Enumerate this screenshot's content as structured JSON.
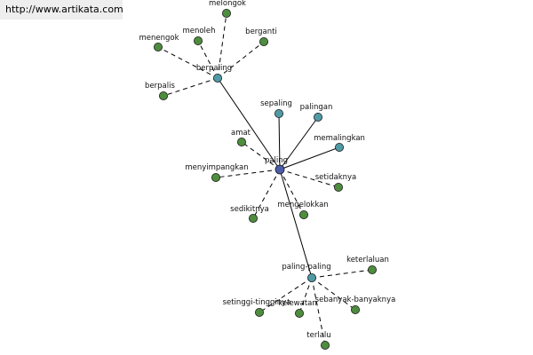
{
  "source_url": "http://www.artikata.com",
  "colors": {
    "center": "#4b5ca8",
    "hub": "#4f9aa5",
    "leaf": "#4e8c3e",
    "edge": "#000000"
  },
  "nodes": [
    {
      "id": "paling",
      "label": "paling",
      "kind": "center"
    },
    {
      "id": "berpaling",
      "label": "berpaling",
      "kind": "hub"
    },
    {
      "id": "sepaling",
      "label": "sepaling",
      "kind": "hub"
    },
    {
      "id": "palingan",
      "label": "palingan",
      "kind": "hub"
    },
    {
      "id": "memalingkan",
      "label": "memalingkan",
      "kind": "hub"
    },
    {
      "id": "paling-paling",
      "label": "paling-paling",
      "kind": "hub"
    },
    {
      "id": "melongok",
      "label": "melongok",
      "kind": "leaf"
    },
    {
      "id": "menengok",
      "label": "menengok",
      "kind": "leaf"
    },
    {
      "id": "menoleh",
      "label": "menoleh",
      "kind": "leaf"
    },
    {
      "id": "berganti",
      "label": "berganti",
      "kind": "leaf"
    },
    {
      "id": "berpalis",
      "label": "berpalis",
      "kind": "leaf"
    },
    {
      "id": "amat",
      "label": "amat",
      "kind": "leaf"
    },
    {
      "id": "menyimpangkan",
      "label": "menyimpangkan",
      "kind": "leaf"
    },
    {
      "id": "setidaknya",
      "label": "setidaknya",
      "kind": "leaf"
    },
    {
      "id": "sedikitnya",
      "label": "sedikitnya",
      "kind": "leaf"
    },
    {
      "id": "mengelokkan",
      "label": "mengelokkan",
      "kind": "leaf"
    },
    {
      "id": "keterlaluan",
      "label": "keterlaluan",
      "kind": "leaf"
    },
    {
      "id": "setinggi-tingginya",
      "label": "setinggi-tingginya",
      "kind": "leaf"
    },
    {
      "id": "kelewatan",
      "label": "kelewatan",
      "kind": "leaf"
    },
    {
      "id": "sebanyak-banyaknya",
      "label": "sebanyak-banyaknya",
      "kind": "leaf"
    },
    {
      "id": "terlalu",
      "label": "terlalu",
      "kind": "leaf"
    }
  ],
  "edges": [
    {
      "from": "paling",
      "to": "berpaling",
      "style": "solid"
    },
    {
      "from": "paling",
      "to": "sepaling",
      "style": "solid"
    },
    {
      "from": "paling",
      "to": "palingan",
      "style": "solid"
    },
    {
      "from": "paling",
      "to": "memalingkan",
      "style": "solid"
    },
    {
      "from": "paling",
      "to": "paling-paling",
      "style": "solid"
    },
    {
      "from": "berpaling",
      "to": "melongok",
      "style": "dashed"
    },
    {
      "from": "berpaling",
      "to": "menengok",
      "style": "dashed"
    },
    {
      "from": "berpaling",
      "to": "menoleh",
      "style": "dashed"
    },
    {
      "from": "berpaling",
      "to": "berganti",
      "style": "dashed"
    },
    {
      "from": "berpaling",
      "to": "berpalis",
      "style": "dashed"
    },
    {
      "from": "paling",
      "to": "amat",
      "style": "dashed"
    },
    {
      "from": "paling",
      "to": "menyimpangkan",
      "style": "dashed"
    },
    {
      "from": "paling",
      "to": "setidaknya",
      "style": "dashed"
    },
    {
      "from": "paling",
      "to": "sedikitnya",
      "style": "dashed"
    },
    {
      "from": "paling",
      "to": "mengelokkan",
      "style": "dashed"
    },
    {
      "from": "paling-paling",
      "to": "keterlaluan",
      "style": "dashed"
    },
    {
      "from": "paling-paling",
      "to": "setinggi-tingginya",
      "style": "dashed"
    },
    {
      "from": "paling-paling",
      "to": "kelewatan",
      "style": "dashed"
    },
    {
      "from": "paling-paling",
      "to": "sebanyak-banyaknya",
      "style": "dashed"
    },
    {
      "from": "paling-paling",
      "to": "terlalu",
      "style": "dashed"
    }
  ]
}
